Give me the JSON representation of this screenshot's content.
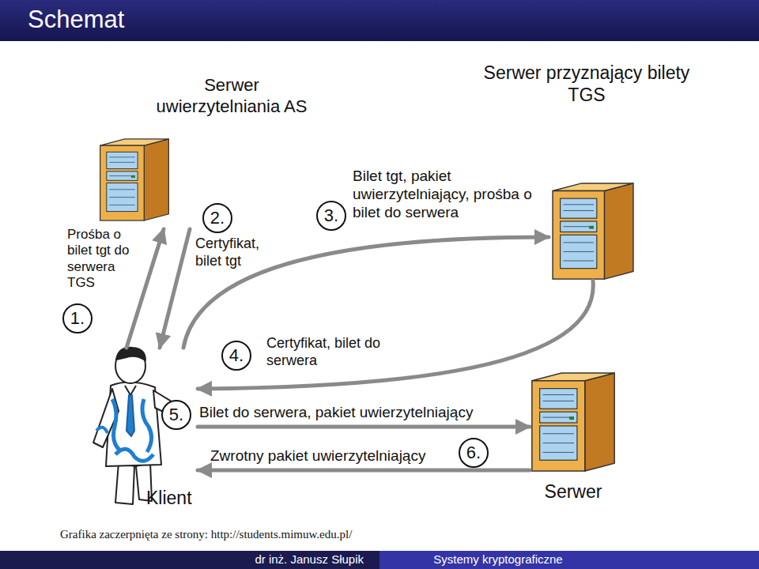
{
  "diagram": {
    "title": "Schemat",
    "caption": "Grafika zaczerpnięta ze strony: http://students.mimuw.edu.pl/",
    "nodes": [
      {
        "text": [
          "Serwer uwierzytelniania AS"
        ]
      },
      {
        "text": [
          "Serwer przyznający bilety TGS"
        ]
      },
      {
        "text": [
          "Klient"
        ]
      },
      {
        "text": [
          "Serwer"
        ]
      }
    ],
    "edges": [
      {
        "from": 2,
        "to": 0,
        "arrow": "to",
        "label": "Prośba o bilet tgt do serwera TGS"
      },
      {
        "from": 0,
        "to": 2,
        "arrow": "to",
        "label": "Certyfikat, bilet tgt"
      },
      {
        "from": 2,
        "to": 1,
        "arrow": "to",
        "label": "Bilet tgt, pakiet uwierzytelniający, prośba o bilet do serwera"
      },
      {
        "from": 1,
        "to": 2,
        "arrow": "to",
        "label": "Certyfikat, bilet do serwera"
      },
      {
        "from": 2,
        "to": 3,
        "arrow": "to",
        "label": "Bilet do serwera, pakiet uwierzytelniający"
      },
      {
        "from": 3,
        "to": 2,
        "arrow": "to",
        "label": "Zwrotny pakiet uwierzytelniający"
      }
    ],
    "labels": [
      "1.",
      "2.",
      "3.",
      "4.",
      "5.",
      "6.",
      "dr inż. Janusz Słupik",
      "Systemy kryptograficzne"
    ]
  }
}
